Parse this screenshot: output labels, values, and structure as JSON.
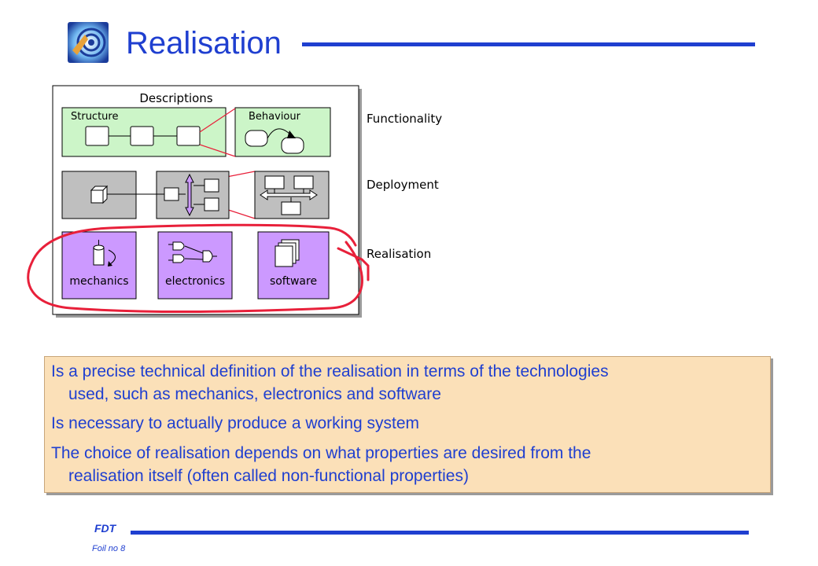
{
  "slide": {
    "title": "Realisation",
    "accent_color": "#1f3fd0"
  },
  "diagram": {
    "panel_title": "Descriptions",
    "structure_label": "Structure",
    "behaviour_label": "Behaviour",
    "row_labels": [
      "Functionality",
      "Deployment",
      "Realisation"
    ],
    "realisation_boxes": [
      "mechanics",
      "electronics",
      "software"
    ],
    "colors": {
      "structure": "#ccf5c8",
      "deployment": "#bfbfbf",
      "realisation": "#cc99ff",
      "annotation": "#e8203a"
    }
  },
  "bullets": [
    {
      "line1": "Is a precise technical definition of the realisation in terms of the technologies",
      "line2": "used, such as mechanics, electronics and software"
    },
    {
      "line1": "Is necessary to actually produce a working system",
      "line2": ""
    },
    {
      "line1": "The choice of realisation depends on what properties are desired from the",
      "line2": "realisation itself (often called non-functional properties)"
    }
  ],
  "footer": {
    "brand": "FDT",
    "foil": "Foil no 8"
  }
}
